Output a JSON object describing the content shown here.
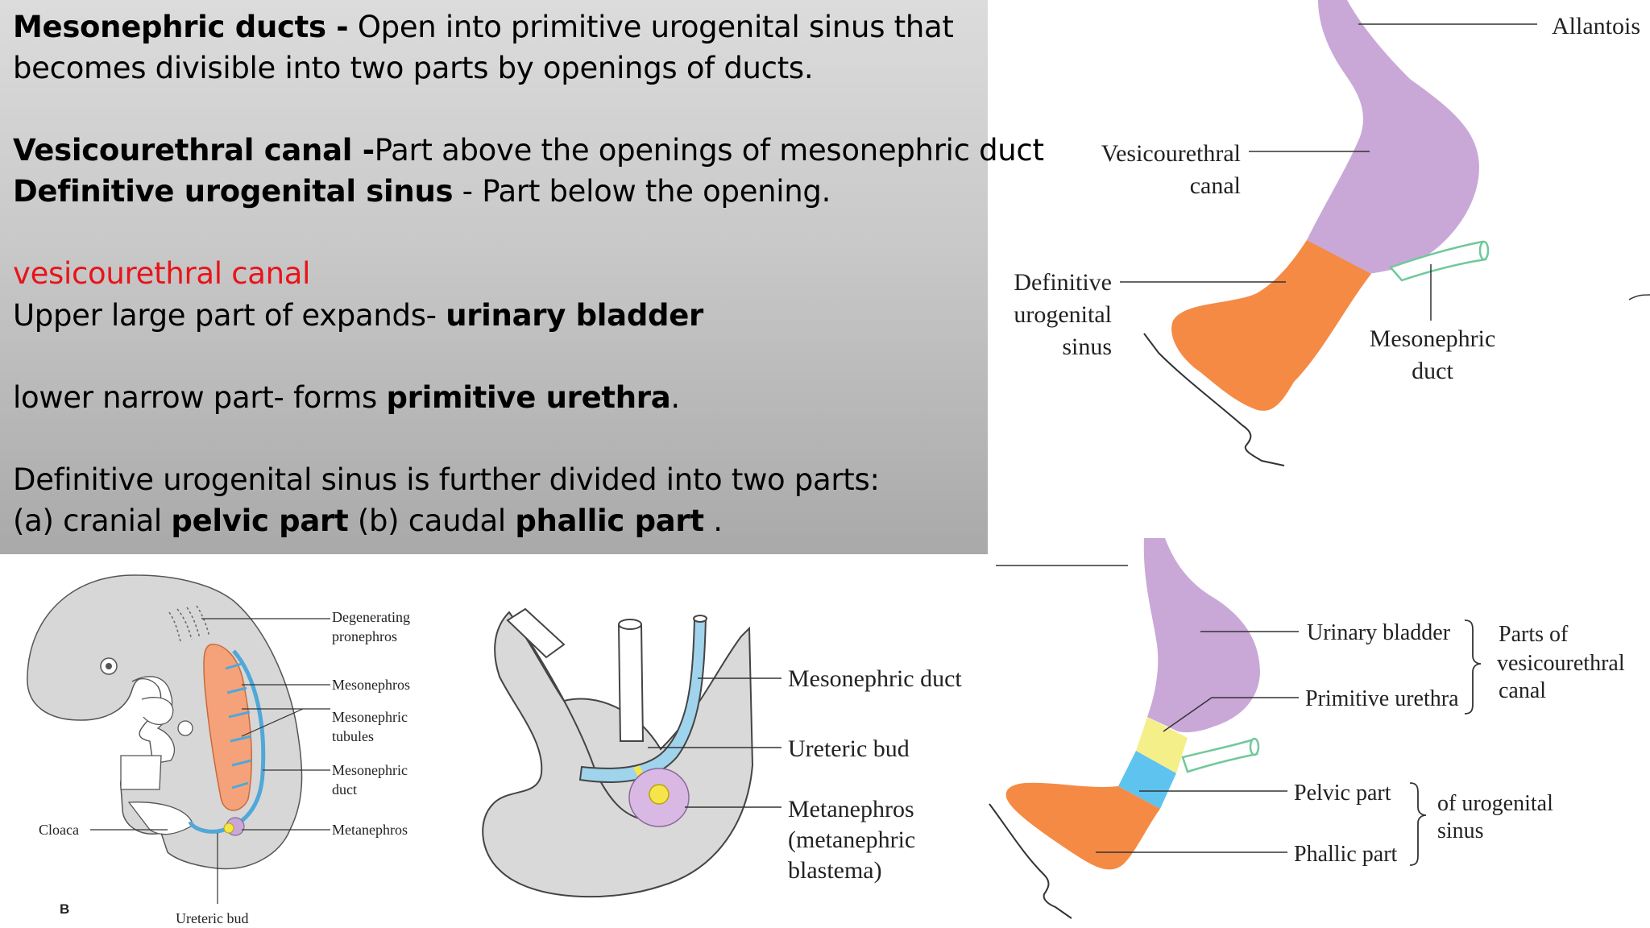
{
  "text_panel": {
    "p1_bold": "Mesonephric ducts -",
    "p1_rest": " Open into primitive urogenital sinus that",
    "p1_line2": "becomes divisible into two parts by openings of  ducts.",
    "p2_bold": "Vesicourethral canal -",
    "p2_rest": "Part above the openings of mesonephric duct",
    "p3_bold": "Definitive urogenital sinus",
    "p3_rest": " - Part below the opening.",
    "red_heading": "vesicourethral canal",
    "p4_pre": "Upper large part of expands-  ",
    "p4_bold": "urinary bladder",
    "p5_pre": "lower narrow part- forms ",
    "p5_bold": "primitive urethra",
    "p5_post": ".",
    "p6": "Definitive urogenital sinus is further divided into two parts:",
    "p7_a": " (a) cranial ",
    "p7_b": "pelvic part",
    "p7_c": " (b) caudal ",
    "p7_d": "phallic part",
    "p7_e": " ."
  },
  "top_right_diagram": {
    "allantois": "Allantois",
    "vesicourethral_1": "Vesicourethral",
    "vesicourethral_2": "canal",
    "definitive_1": "Definitive",
    "definitive_2": "urogenital",
    "definitive_3": "sinus",
    "mesonephric_1": "Mesonephric",
    "mesonephric_2": "duct"
  },
  "embryo_diagram": {
    "degenerating_1": "Degenerating",
    "degenerating_2": "pronephros",
    "mesonephros": "Mesonephros",
    "tubules_1": "Mesonephric",
    "tubules_2": "tubules",
    "duct_1": "Mesonephric",
    "duct_2": "duct",
    "metanephros": "Metanephros",
    "cloaca": "Cloaca",
    "ureteric_bud": "Ureteric bud",
    "panel_letter": "B"
  },
  "bud_diagram": {
    "mesonephric_duct": "Mesonephric duct",
    "ureteric_bud": "Ureteric bud",
    "metanephros_1": "Metanephros",
    "metanephros_2": "(metanephric",
    "metanephros_3": "blastema)"
  },
  "bottom_right_diagram": {
    "urinary_bladder": "Urinary bladder",
    "primitive_urethra": "Primitive urethra",
    "parts_of_1": "Parts of",
    "parts_of_2": "vesicourethral",
    "parts_of_3": "canal",
    "pelvic_part": "Pelvic part",
    "phallic_part": "Phallic part",
    "of_ug_1": "of urogenital",
    "of_ug_2": "sinus"
  },
  "colors": {
    "bladder_purple": "#c9a8d8",
    "sinus_orange": "#f58a45",
    "duct_green": "#7fd09a",
    "duct_blue": "#9fd4ec",
    "pelvic_blue": "#5ec3ee",
    "urethra_yellow": "#f5ef8a",
    "red_text": "#e8141a"
  }
}
